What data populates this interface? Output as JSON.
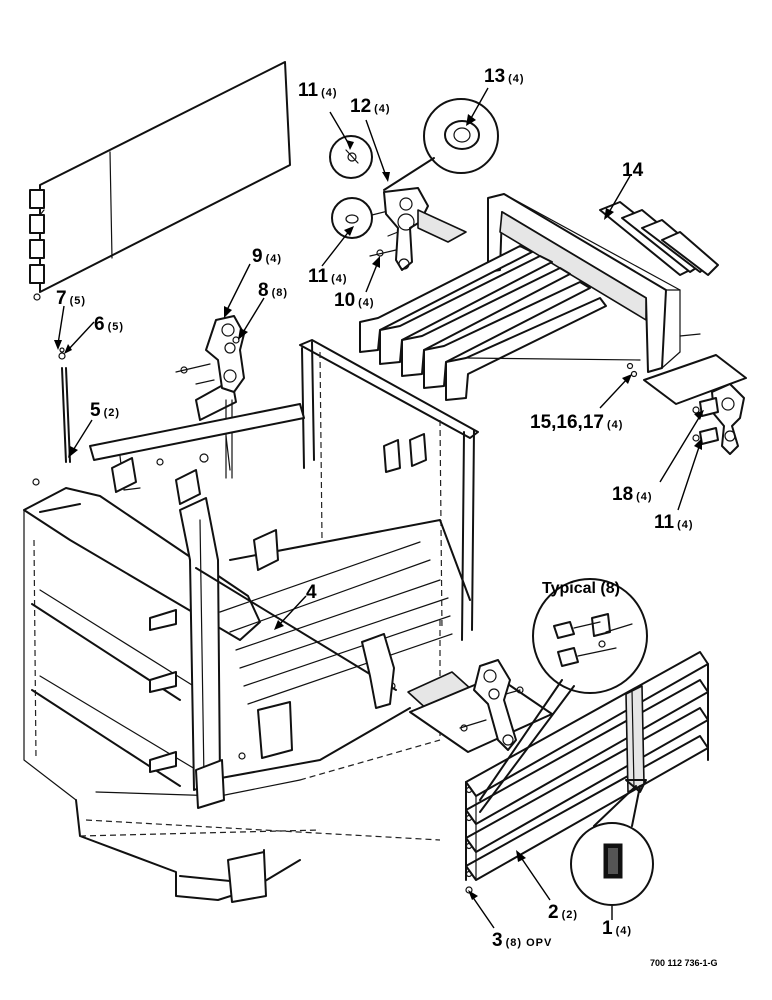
{
  "callouts": {
    "c1": {
      "num": "1",
      "qty": "(4)"
    },
    "c2": {
      "num": "2",
      "qty": "(2)"
    },
    "c3": {
      "num": "3",
      "qty": "(8) OPV"
    },
    "c4": {
      "num": "4",
      "qty": ""
    },
    "c5": {
      "num": "5",
      "qty": "(2)"
    },
    "c6": {
      "num": "6",
      "qty": "(5)"
    },
    "c7": {
      "num": "7",
      "qty": "(5)"
    },
    "c8": {
      "num": "8",
      "qty": "(8)"
    },
    "c9": {
      "num": "9",
      "qty": "(4)"
    },
    "c10": {
      "num": "10",
      "qty": "(4)"
    },
    "c11a": {
      "num": "11",
      "qty": "(4)"
    },
    "c11b": {
      "num": "11",
      "qty": "(4)"
    },
    "c11c": {
      "num": "11",
      "qty": "(4)"
    },
    "c12": {
      "num": "12",
      "qty": "(4)"
    },
    "c13": {
      "num": "13",
      "qty": "(4)"
    },
    "c14": {
      "num": "14",
      "qty": ""
    },
    "c15": {
      "num": "15,16,17",
      "qty": "(4)"
    },
    "c18": {
      "num": "18",
      "qty": "(4)"
    }
  },
  "typical_label": "Typical (8)",
  "drawing_number": "700 112 736-1-G"
}
